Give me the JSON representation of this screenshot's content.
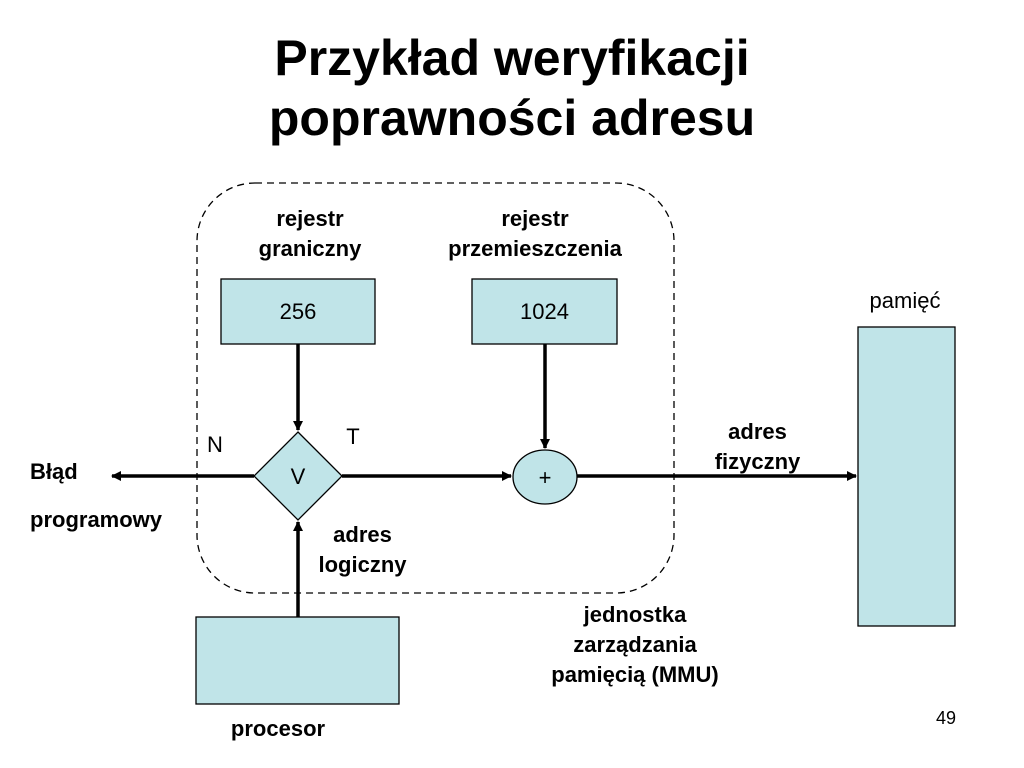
{
  "slide": {
    "title_line1": "Przykład weryfikacji",
    "title_line2": "poprawności adresu",
    "page_number": "49"
  },
  "diagram": {
    "limit_register": {
      "label_line1": "rejestr",
      "label_line2": "graniczny",
      "value": "256"
    },
    "relocation_register": {
      "label_line1": "rejestr",
      "label_line2": "przemieszczenia",
      "value": "1024"
    },
    "comparator": {
      "symbol": "V",
      "no_label": "N",
      "yes_label": "T"
    },
    "adder": {
      "symbol": "+"
    },
    "error": {
      "line1": "Błąd",
      "line2": "programowy"
    },
    "logical_address": {
      "line1": "adres",
      "line2": "logiczny"
    },
    "physical_address": {
      "line1": "adres",
      "line2": "fizyczny"
    },
    "memory": {
      "label": "pamięć"
    },
    "processor": {
      "label": "procesor"
    },
    "mmu": {
      "line1": "jednostka",
      "line2": "zarządzania",
      "line3": "pamięcią (MMU)"
    }
  },
  "colors": {
    "box_fill": "#c0e4e8",
    "stroke": "#000000"
  }
}
